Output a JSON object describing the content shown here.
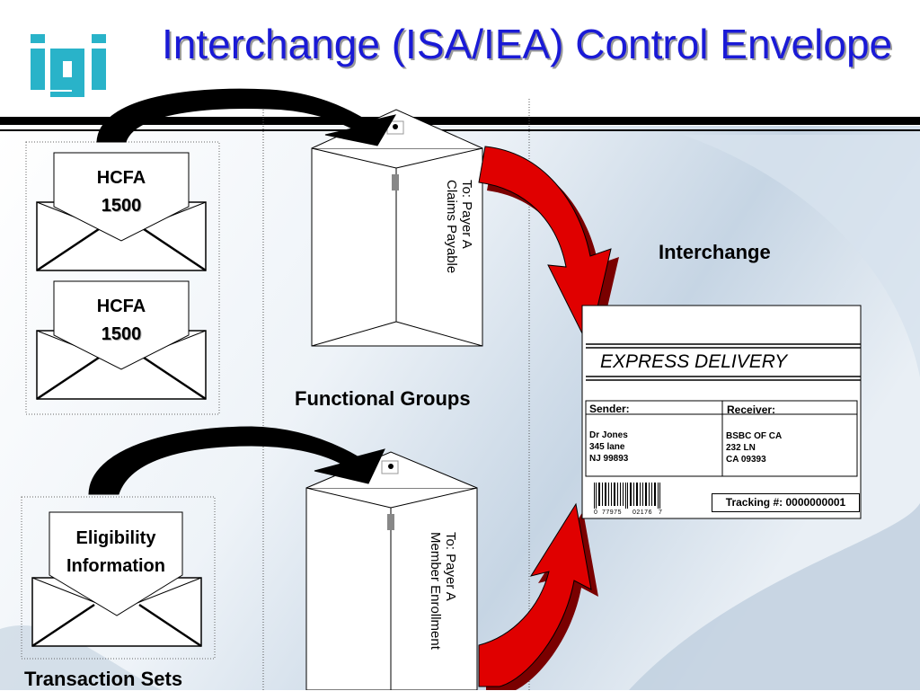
{
  "title": "Interchange (ISA/IEA) Control Envelope",
  "logo": {
    "text": "igi",
    "color": "#29b3c9"
  },
  "labels": {
    "interchange": "Interchange",
    "functional_groups": "Functional Groups",
    "transaction_sets": "Transaction Sets"
  },
  "transaction_envelopes": [
    {
      "line1": "HCFA",
      "line2": "1500"
    },
    {
      "line1": "HCFA",
      "line2": "1500"
    }
  ],
  "eligibility_envelope": {
    "line1": "Eligibility",
    "line2": "Information"
  },
  "functional_group_envelopes": [
    {
      "line1": "To: Payer A",
      "line2": "Claims Payable"
    },
    {
      "line1": "To: Payer A",
      "line2": "Member Enrollment"
    }
  ],
  "shipping_label": {
    "heading": "EXPRESS DELIVERY",
    "sender_label": "Sender:",
    "sender_lines": [
      "Dr Jones",
      "345 lane",
      "NJ 99893"
    ],
    "receiver_label": "Receiver:",
    "receiver_lines": [
      "BSBC OF CA",
      "232 LN",
      "CA 09393"
    ],
    "tracking": "Tracking #: 0000000001",
    "barcode_digits": [
      "0",
      "77975",
      "02176",
      "7"
    ]
  },
  "colors": {
    "title": "#1a1ad6",
    "arrow_red": "#e00000",
    "arrow_black": "#000000",
    "background_swirl": "#c9d8e6"
  }
}
